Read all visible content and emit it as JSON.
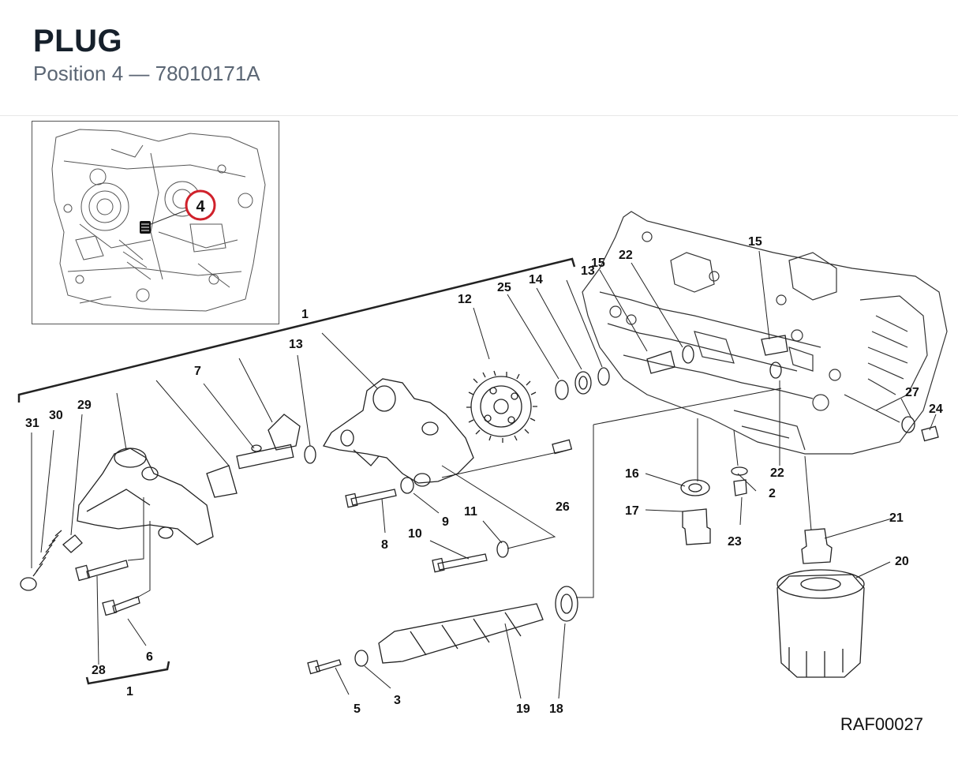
{
  "header": {
    "title": "PLUG",
    "subtitle": "Position 4 — 78010171A"
  },
  "thumbnail": {
    "highlight_label": "4",
    "highlight_color": "#d0212b"
  },
  "callouts": {
    "c1a": "1",
    "c1b": "1",
    "c2": "2",
    "c3": "3",
    "c5": "5",
    "c6": "6",
    "c7": "7",
    "c8": "8",
    "c9": "9",
    "c10": "10",
    "c11": "11",
    "c12": "12",
    "c13a": "13",
    "c13b": "13",
    "c14": "14",
    "c15a": "15",
    "c15b": "15",
    "c16": "16",
    "c17": "17",
    "c18": "18",
    "c19": "19",
    "c20": "20",
    "c21": "21",
    "c22a": "22",
    "c22b": "22",
    "c23": "23",
    "c24": "24",
    "c25": "25",
    "c26": "26",
    "c27": "27",
    "c28": "28",
    "c29": "29",
    "c30": "30",
    "c31": "31"
  },
  "reference_code": "RAF00027"
}
